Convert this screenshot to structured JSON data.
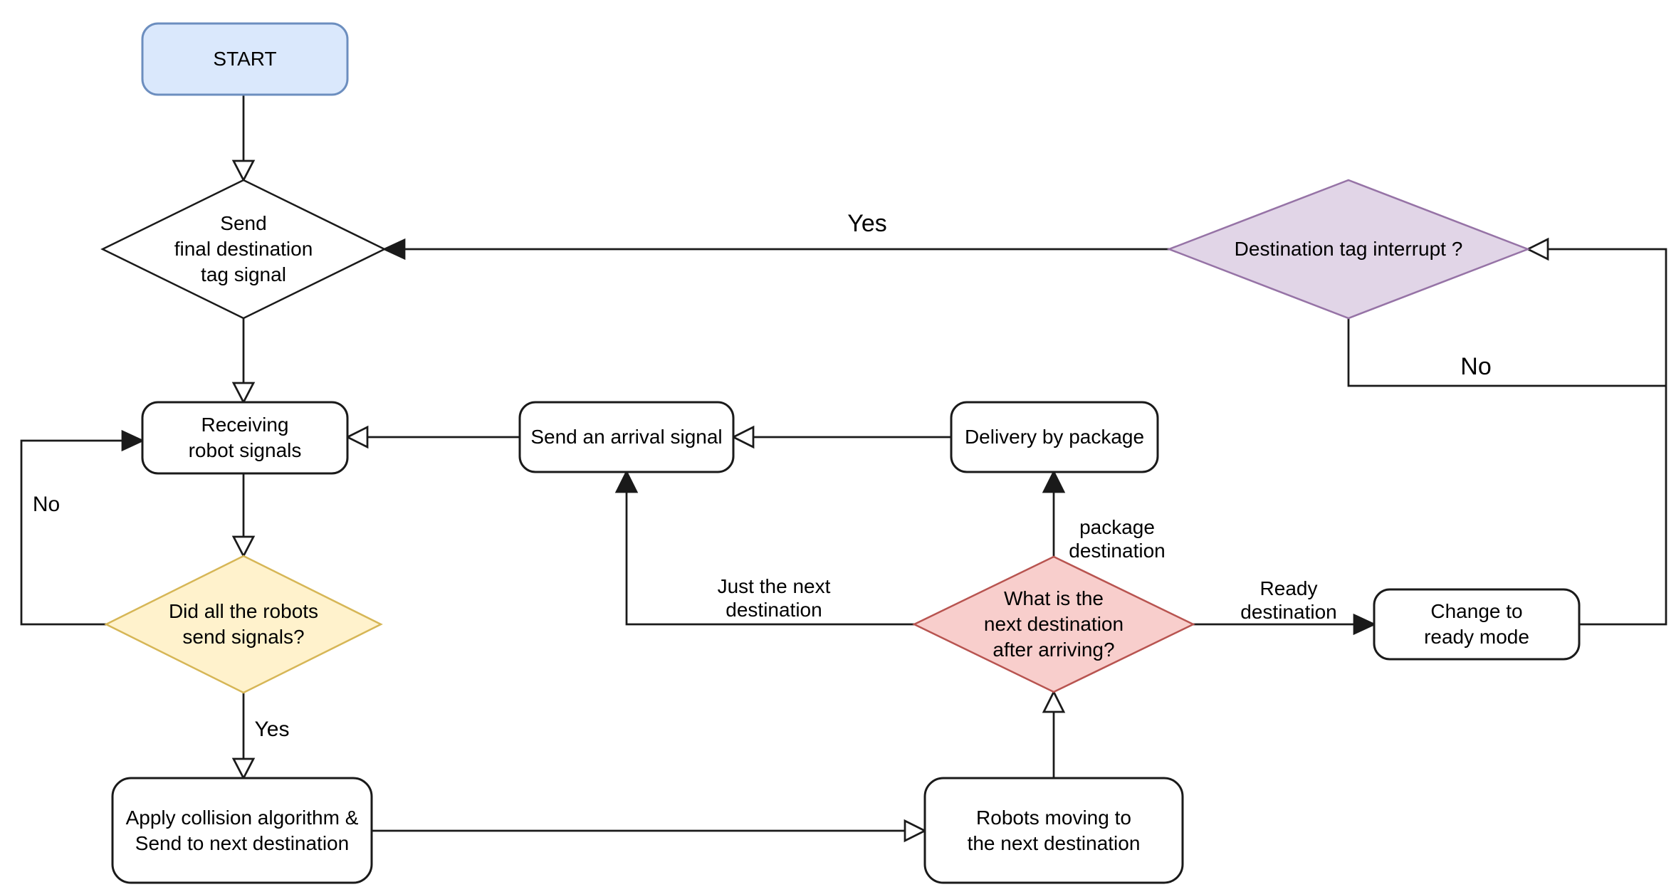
{
  "nodes": {
    "start": {
      "label": "START",
      "type": "start",
      "fill": "#dae8fc",
      "stroke": "#6c8ebf"
    },
    "send_final_tag": {
      "label": "Send\nfinal destination\ntag signal",
      "type": "decision",
      "fill": "#ffffff",
      "stroke": "#1a1a1a"
    },
    "destination_tag_interrupt": {
      "label": "Destination tag interrupt ?",
      "type": "decision",
      "fill": "#e1d5e7",
      "stroke": "#9673a6"
    },
    "receiving_robot_signals": {
      "label": "Receiving\nrobot signals",
      "type": "process",
      "fill": "#ffffff",
      "stroke": "#1a1a1a"
    },
    "send_arrival_signal": {
      "label": "Send an arrival signal",
      "type": "process",
      "fill": "#ffffff",
      "stroke": "#1a1a1a"
    },
    "delivery_by_package": {
      "label": "Delivery by package",
      "type": "process",
      "fill": "#ffffff",
      "stroke": "#1a1a1a"
    },
    "did_all_robots_send": {
      "label": "Did all the robots\nsend signals?",
      "type": "decision",
      "fill": "#fff2cc",
      "stroke": "#d6b656"
    },
    "what_next_destination": {
      "label": "What is the\nnext destination\nafter arriving?",
      "type": "decision",
      "fill": "#f8cecc",
      "stroke": "#b85450"
    },
    "change_to_ready_mode": {
      "label": "Change to\nready mode",
      "type": "process",
      "fill": "#ffffff",
      "stroke": "#1a1a1a"
    },
    "apply_collision_algorithm": {
      "label": "Apply collision algorithm &\nSend to next destination",
      "type": "process",
      "fill": "#ffffff",
      "stroke": "#1a1a1a"
    },
    "robots_moving": {
      "label": "Robots moving to\nthe next destination",
      "type": "process",
      "fill": "#ffffff",
      "stroke": "#1a1a1a"
    }
  },
  "edge_labels": {
    "interrupt_yes": "Yes",
    "interrupt_no": "No",
    "signals_no": "No",
    "signals_yes": "Yes",
    "just_next_destination": "Just the next\ndestination",
    "package_destination": "package\ndestination",
    "ready_destination": "Ready\ndestination"
  },
  "edge_color": "#1a1a1a"
}
